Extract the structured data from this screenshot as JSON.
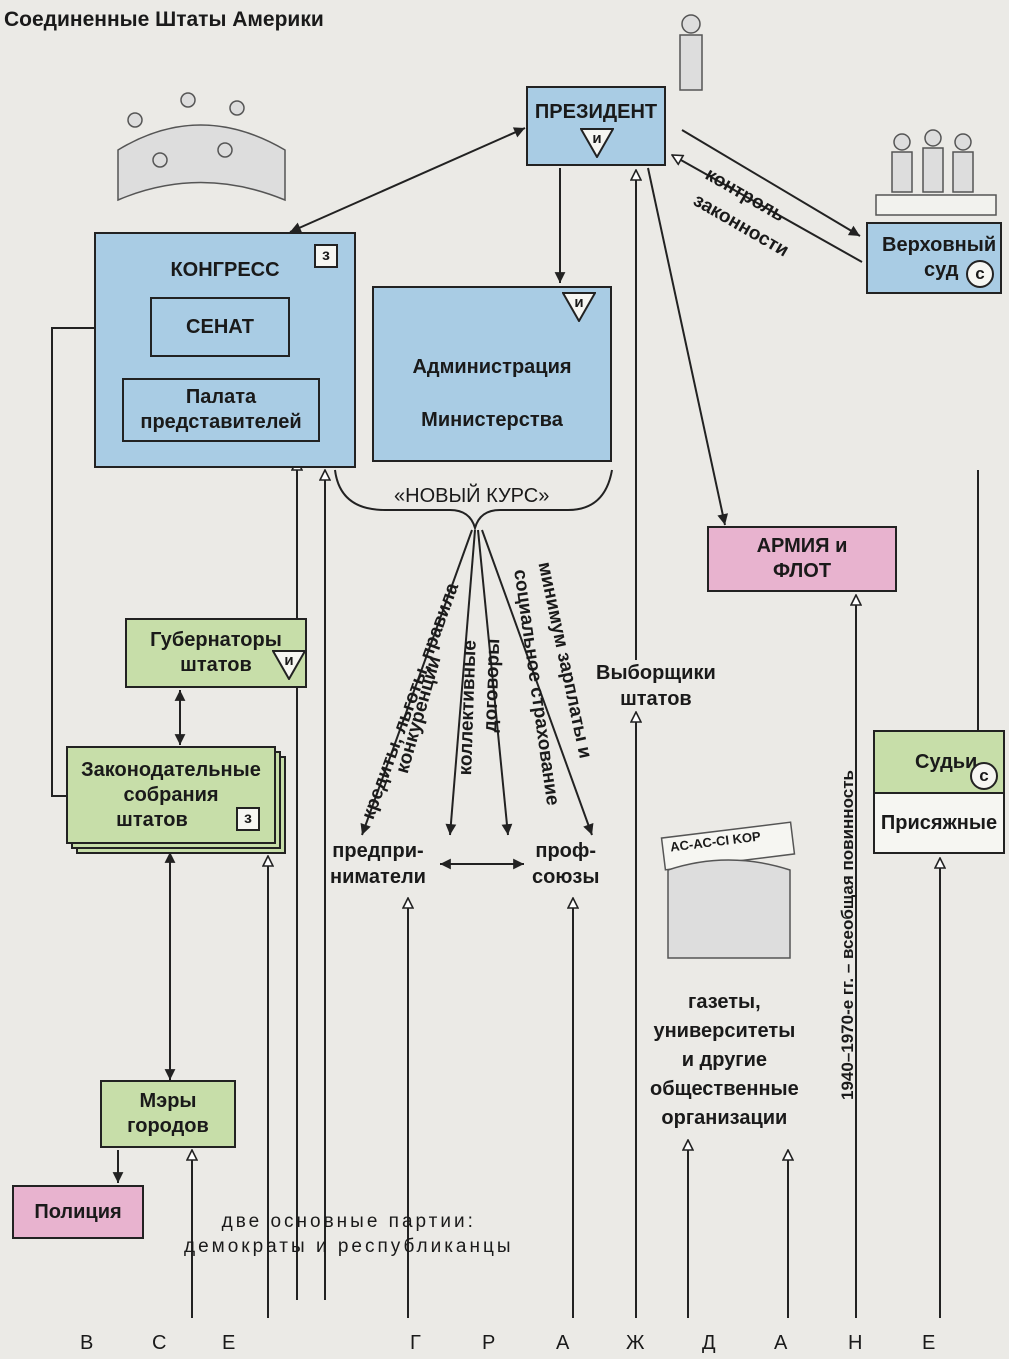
{
  "title": "Соединенные Штаты Америки",
  "boxes": {
    "president": "ПРЕЗИДЕНТ",
    "supreme_court_line1": "Верховный",
    "supreme_court_line2": "суд",
    "congress": "КОНГРЕСС",
    "senate": "СЕНАТ",
    "house_line1": "Палата",
    "house_line2": "представителей",
    "administration": "Администрация",
    "ministries": "Министерства",
    "army_line1": "АРМИЯ и",
    "army_line2": "ФЛОТ",
    "governors_line1": "Губернаторы",
    "governors_line2": "штатов",
    "legislatures_line1": "Законодательные",
    "legislatures_line2": "собрания",
    "legislatures_line3": "штатов",
    "mayors_line1": "Мэры",
    "mayors_line2": "городов",
    "police": "Полиция",
    "judges": "Судьи",
    "jurors": "Присяжные"
  },
  "badges": {
    "legislative": "з",
    "executive": "и",
    "judicial": "с"
  },
  "labels": {
    "control_line1": "контроль",
    "control_line2": "законности",
    "new_deal": "«НОВЫЙ КУРС»",
    "credits_line1": "кредиты, льготы, правила",
    "credits_line2": "конкуренции",
    "collective_line1": "коллективные",
    "collective_line2": "договоры",
    "social_line1": "социальное страхование",
    "social_line2": "минимум зарплаты и",
    "electors_line1": "Выборщики",
    "electors_line2": "штатов",
    "entrepreneurs_line1": "предпри-",
    "entrepreneurs_line2": "ниматели",
    "unions_line1": "проф-",
    "unions_line2": "союзы",
    "conscription": "1940–1970-е гг. – всеобщая повинность",
    "press_line1": "газеты,",
    "press_line2": "университеты",
    "press_line3": "и другие",
    "press_line4": "общественные",
    "press_line5": "организации",
    "banner": "AC-AC-CI KOP",
    "parties_line1": "две основные партии:",
    "parties_line2": "демократы и республиканцы"
  },
  "citizens": [
    "В",
    "С",
    "Е",
    "Г",
    "Р",
    "А",
    "Ж",
    "Д",
    "А",
    "Н",
    "Е"
  ],
  "colors": {
    "executive_legislative": "#a9cce4",
    "state_local": "#c7dea9",
    "force": "#e8b3cf",
    "background": "#ebeae6"
  }
}
